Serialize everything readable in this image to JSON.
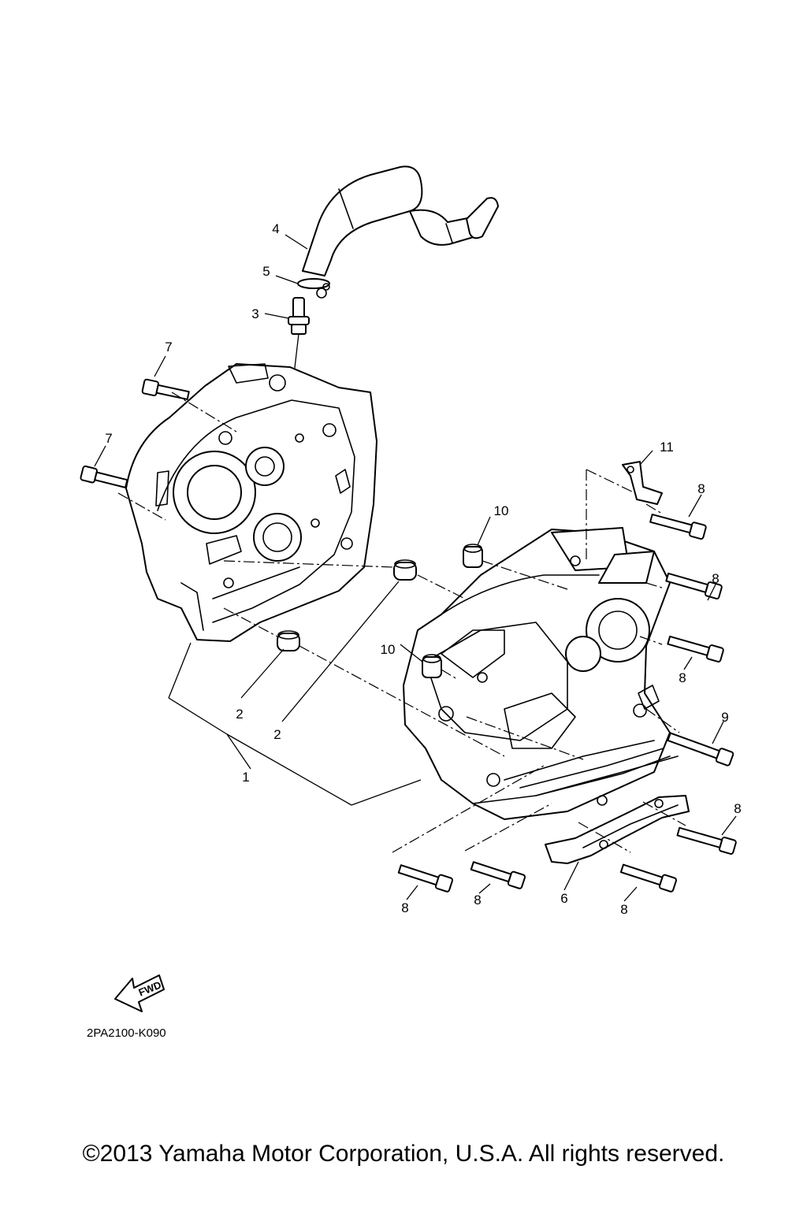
{
  "callouts": [
    {
      "id": "c1",
      "text": "1"
    },
    {
      "id": "c2a",
      "text": "2"
    },
    {
      "id": "c2b",
      "text": "2"
    },
    {
      "id": "c3",
      "text": "3"
    },
    {
      "id": "c4",
      "text": "4"
    },
    {
      "id": "c5",
      "text": "5"
    },
    {
      "id": "c6",
      "text": "6"
    },
    {
      "id": "c7a",
      "text": "7"
    },
    {
      "id": "c7b",
      "text": "7"
    },
    {
      "id": "c8a",
      "text": "8"
    },
    {
      "id": "c8b",
      "text": "8"
    },
    {
      "id": "c8c",
      "text": "8"
    },
    {
      "id": "c8d",
      "text": "8"
    },
    {
      "id": "c8e",
      "text": "8"
    },
    {
      "id": "c8f",
      "text": "8"
    },
    {
      "id": "c8g",
      "text": "8"
    },
    {
      "id": "c9",
      "text": "9"
    },
    {
      "id": "c10a",
      "text": "10"
    },
    {
      "id": "c10b",
      "text": "10"
    },
    {
      "id": "c11",
      "text": "11"
    }
  ],
  "fwd_label": "FWD",
  "diagram_code": "2PA2100-K090",
  "copyright": "©2013 Yamaha Motor Corporation, U.S.A. All rights reserved."
}
